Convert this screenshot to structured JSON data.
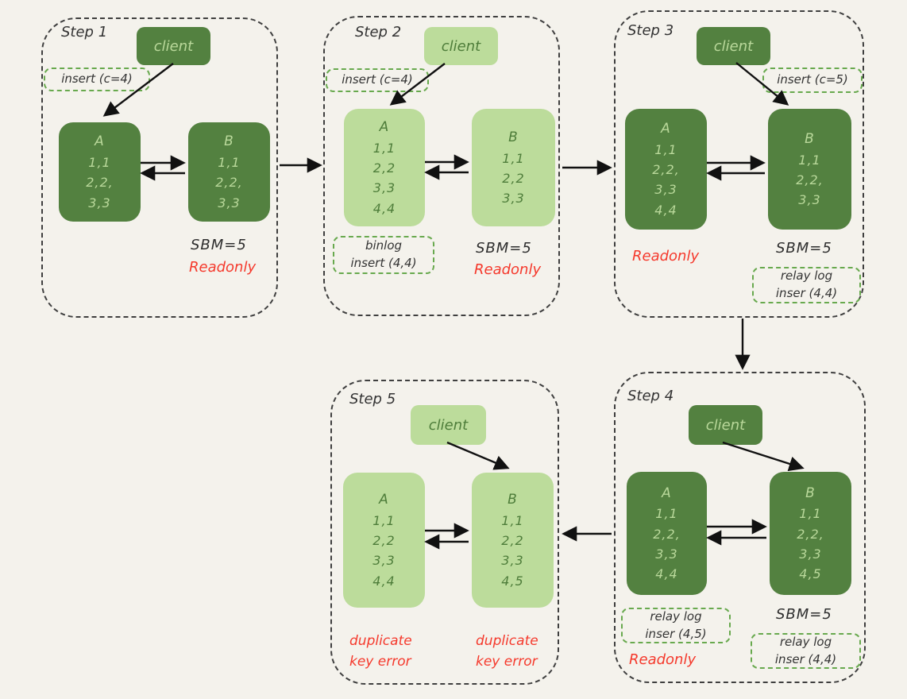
{
  "colors": {
    "background": "#f4f2ec",
    "dark_green": "#538140",
    "light_green": "#bcdc9b",
    "text_on_dark": "#b9d89a",
    "text_on_light": "#4e7d3a",
    "note_border_green": "#68a94e",
    "ink": "#333333",
    "alert_red": "#f5392c",
    "arrow_black": "#111111"
  },
  "steps": [
    {
      "label": "Step 1",
      "client": "client",
      "insert_note": "insert (c=4)",
      "node_a": {
        "name": "A",
        "rows": [
          "1,1",
          "2,2,",
          "3,3"
        ]
      },
      "node_b": {
        "name": "B",
        "rows": [
          "1,1",
          "2,2,",
          "3,3"
        ]
      },
      "sbm": "SBM=5",
      "readonly": "Readonly"
    },
    {
      "label": "Step 2",
      "client": "client",
      "insert_note": "insert (c=4)",
      "node_a": {
        "name": "A",
        "rows": [
          "1,1",
          "2,2",
          "3,3",
          "4,4"
        ]
      },
      "node_b": {
        "name": "B",
        "rows": [
          "1,1",
          "2,2",
          "3,3"
        ]
      },
      "binlog_note": [
        "binlog",
        "insert (4,4)"
      ],
      "sbm": "SBM=5",
      "readonly": "Readonly"
    },
    {
      "label": "Step 3",
      "client": "client",
      "insert_note": "insert (c=5)",
      "node_a": {
        "name": "A",
        "rows": [
          "1,1",
          "2,2,",
          "3,3",
          "4,4"
        ]
      },
      "node_b": {
        "name": "B",
        "rows": [
          "1,1",
          "2,2,",
          "3,3"
        ]
      },
      "readonly": "Readonly",
      "sbm": "SBM=5",
      "relay_note_b": [
        "relay log",
        "inser (4,4)"
      ]
    },
    {
      "label": "Step 4",
      "client": "client",
      "node_a": {
        "name": "A",
        "rows": [
          "1,1",
          "2,2,",
          "3,3",
          "4,4"
        ]
      },
      "node_b": {
        "name": "B",
        "rows": [
          "1,1",
          "2,2,",
          "3,3",
          "4,5"
        ]
      },
      "relay_note_a": [
        "relay log",
        "inser (4,5)"
      ],
      "readonly": "Readonly",
      "sbm": "SBM=5",
      "relay_note_b": [
        "relay log",
        "inser (4,4)"
      ]
    },
    {
      "label": "Step 5",
      "client": "client",
      "node_a": {
        "name": "A",
        "rows": [
          "1,1",
          "2,2",
          "3,3",
          "4,4"
        ]
      },
      "node_b": {
        "name": "B",
        "rows": [
          "1,1",
          "2,2",
          "3,3",
          "4,5"
        ]
      },
      "error_a": [
        "duplicate",
        "key error"
      ],
      "error_b": [
        "duplicate",
        "key error"
      ]
    }
  ]
}
